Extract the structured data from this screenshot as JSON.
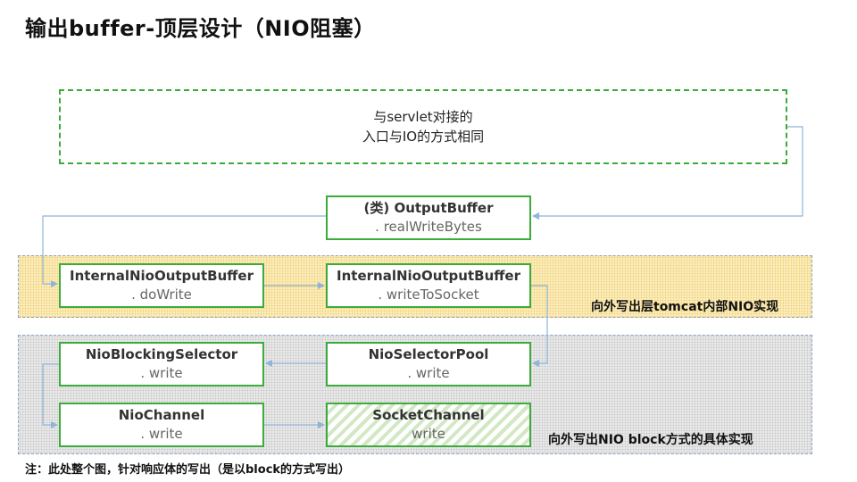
{
  "title": "输出buffer-顶层设计（NIO阻塞）",
  "entry": {
    "line1": "与servlet对接的",
    "line2": "入口与IO的方式相同"
  },
  "boxes": {
    "output_buffer": {
      "name": "(类) OutputBuffer",
      "method": ". realWriteBytes"
    },
    "internal_dowrite": {
      "name": "InternalNioOutputBuffer",
      "method": ". doWrite"
    },
    "internal_writetosocket": {
      "name": "InternalNioOutputBuffer",
      "method": ". writeToSocket"
    },
    "blocking_selector": {
      "name": "NioBlockingSelector",
      "method": ". write"
    },
    "selector_pool": {
      "name": "NioSelectorPool",
      "method": ". write"
    },
    "nio_channel": {
      "name": "NioChannel",
      "method": ". write"
    },
    "socket_channel": {
      "name": "SocketChannel",
      "method": "write"
    }
  },
  "bands": {
    "tomcat_layer": "向外写出层tomcat内部NIO实现",
    "nio_block": "向外写出NIO block方式的具体实现"
  },
  "note": "注：此处整个图，针对响应体的写出（是以block的方式写出）",
  "colors": {
    "box_border": "#3bab3b",
    "arrow": "#8fb3d9",
    "band_yellow": "#fbefc8",
    "band_gray": "#ececec"
  }
}
